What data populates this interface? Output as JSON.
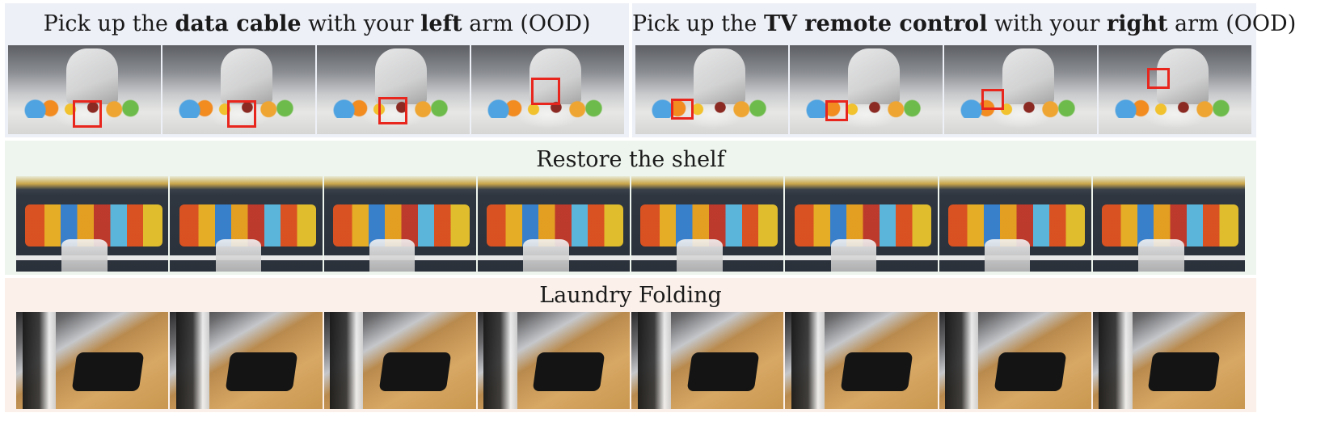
{
  "panels": [
    {
      "id": "cable",
      "title_parts": [
        {
          "text": "Pick up the ",
          "bold": false
        },
        {
          "text": "data cable",
          "bold": true
        },
        {
          "text": " with your ",
          "bold": false
        },
        {
          "text": "left",
          "bold": true
        },
        {
          "text": " arm (OOD)",
          "bold": false
        }
      ],
      "background": "#eef0f8",
      "scene": "lab",
      "frame_count": 4,
      "highlighted_object": "data cable"
    },
    {
      "id": "remote",
      "title_parts": [
        {
          "text": "Pick up the ",
          "bold": false
        },
        {
          "text": "TV remote control",
          "bold": true
        },
        {
          "text": " with your ",
          "bold": false
        },
        {
          "text": "right",
          "bold": true
        },
        {
          "text": " arm (OOD)",
          "bold": false
        }
      ],
      "background": "#eef0f8",
      "scene": "lab",
      "frame_count": 4,
      "highlighted_object": "TV remote control"
    },
    {
      "id": "shelf",
      "title_parts": [
        {
          "text": "Restore the shelf",
          "bold": false
        }
      ],
      "background": "#eef5ee",
      "scene": "shelf",
      "frame_count": 8
    },
    {
      "id": "laundry",
      "title_parts": [
        {
          "text": "Laundry Folding",
          "bold": false
        }
      ],
      "background": "#fbf1ea",
      "scene": "laundry",
      "frame_count": 8
    }
  ],
  "colors": {
    "highlight_box": "#e8261e"
  }
}
